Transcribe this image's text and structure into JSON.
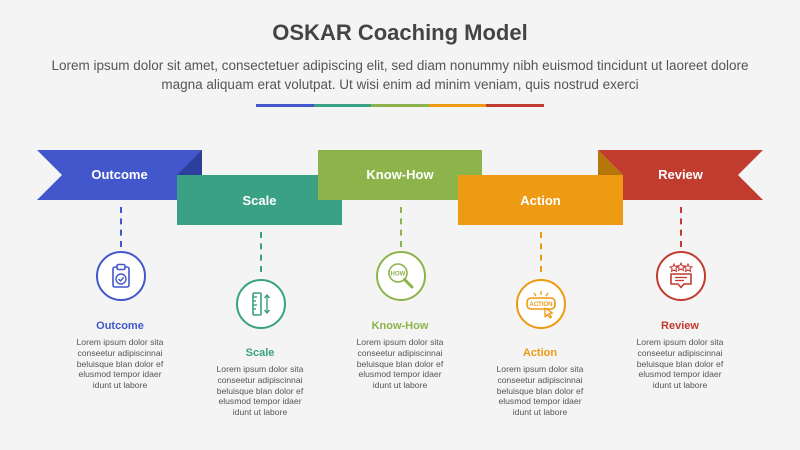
{
  "title": "OSKAR Coaching Model",
  "subtitle": "Lorem ipsum dolor sit amet, consectetuer adipiscing elit, sed diam nonummy nibh euismod tincidunt ut laoreet dolore magna aliquam erat volutpat. Ut wisi enim ad minim veniam, quis nostrud exerci",
  "colors": {
    "outcome": "#4257cc",
    "scale": "#3aa184",
    "knowhow": "#8cb44a",
    "action": "#ee9a12",
    "review": "#c13b2f"
  },
  "steps": [
    {
      "ribbon_label": "Outcome",
      "label": "Outcome",
      "icon": "clipboard-check-icon",
      "desc": "Lorem ipsum dolor sita conseetur adipiscinnai beluisque blan dolor ef elusmod tempor idaer idunt ut labore"
    },
    {
      "ribbon_label": "Scale",
      "label": "Scale",
      "icon": "ruler-scale-icon",
      "desc": "Lorem ipsum dolor sita conseetur adipiscinnai beluisque blan dolor ef elusmod tempor idaer idunt ut labore"
    },
    {
      "ribbon_label": "Know-How",
      "label": "Know-How",
      "icon": "how-magnifier-icon",
      "icon_text": "HOW",
      "desc": "Lorem ipsum dolor sita conseetur adipiscinnai beluisque blan dolor ef elusmod tempor idaer idunt ut labore"
    },
    {
      "ribbon_label": "Action",
      "label": "Action",
      "icon": "action-button-icon",
      "icon_text": "ACTION",
      "desc": "Lorem ipsum dolor sita conseetur adipiscinnai beluisque blan dolor ef elusmod tempor idaer idunt ut labore"
    },
    {
      "ribbon_label": "Review",
      "label": "Review",
      "icon": "star-review-icon",
      "desc": "Lorem ipsum dolor sita conseetur adipiscinnai beluisque blan dolor ef elusmod tempor idaer idunt ut labore"
    }
  ]
}
